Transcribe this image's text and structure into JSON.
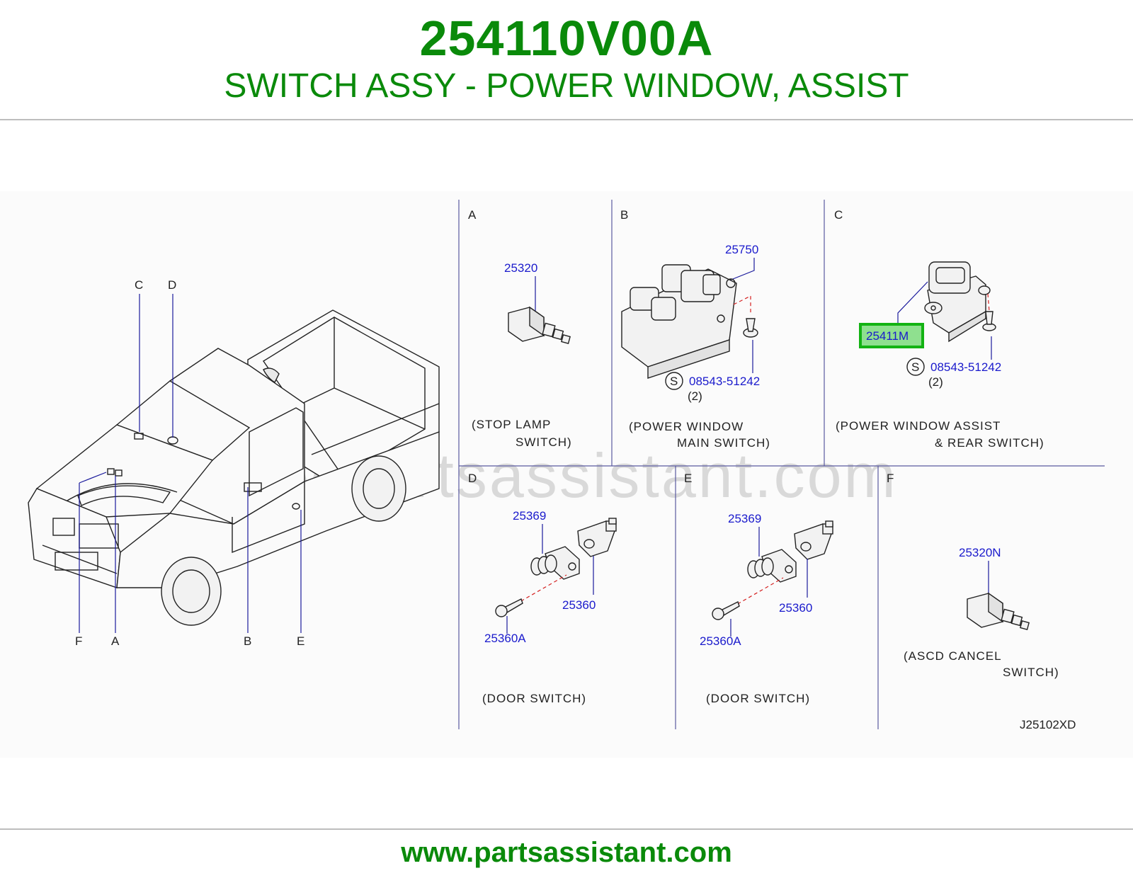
{
  "header": {
    "part_number": "254110V00A",
    "description": "SWITCH ASSY - POWER WINDOW, ASSIST"
  },
  "footer": {
    "url": "www.partsassistant.com"
  },
  "watermark": "www.partsassistant.com",
  "colors": {
    "brand_green": "#0a8a0a",
    "part_number_blue": "#1a1acc",
    "highlight_green": "#13b313"
  },
  "diagram": {
    "drawing_id": "J25102XD",
    "vehicle_callouts": [
      "C",
      "D",
      "F",
      "A",
      "B",
      "E"
    ],
    "sections": [
      {
        "id": "A",
        "parts": [
          "25320"
        ],
        "caption_line1": "(STOP   LAMP",
        "caption_line2": "SWITCH)"
      },
      {
        "id": "B",
        "parts": [
          "25750",
          "08543-51242"
        ],
        "screw_marker": "S",
        "qty": "(2)",
        "caption_line1": "(POWER   WINDOW",
        "caption_line2": "MAIN   SWITCH)"
      },
      {
        "id": "C",
        "parts": [
          "25411M",
          "08543-51242"
        ],
        "screw_marker": "S",
        "qty": "(2)",
        "highlighted_part": "25411M",
        "caption_line1": "(POWER   WINDOW   ASSIST",
        "caption_line2": "&   REAR   SWITCH)"
      },
      {
        "id": "D",
        "parts": [
          "25369",
          "25360",
          "25360A"
        ],
        "caption_line1": "(DOOR   SWITCH)"
      },
      {
        "id": "E",
        "parts": [
          "25369",
          "25360",
          "25360A"
        ],
        "caption_line1": "(DOOR   SWITCH)"
      },
      {
        "id": "F",
        "parts": [
          "25320N"
        ],
        "caption_line1": "(ASCD   CANCEL",
        "caption_line2": "SWITCH)"
      }
    ]
  }
}
